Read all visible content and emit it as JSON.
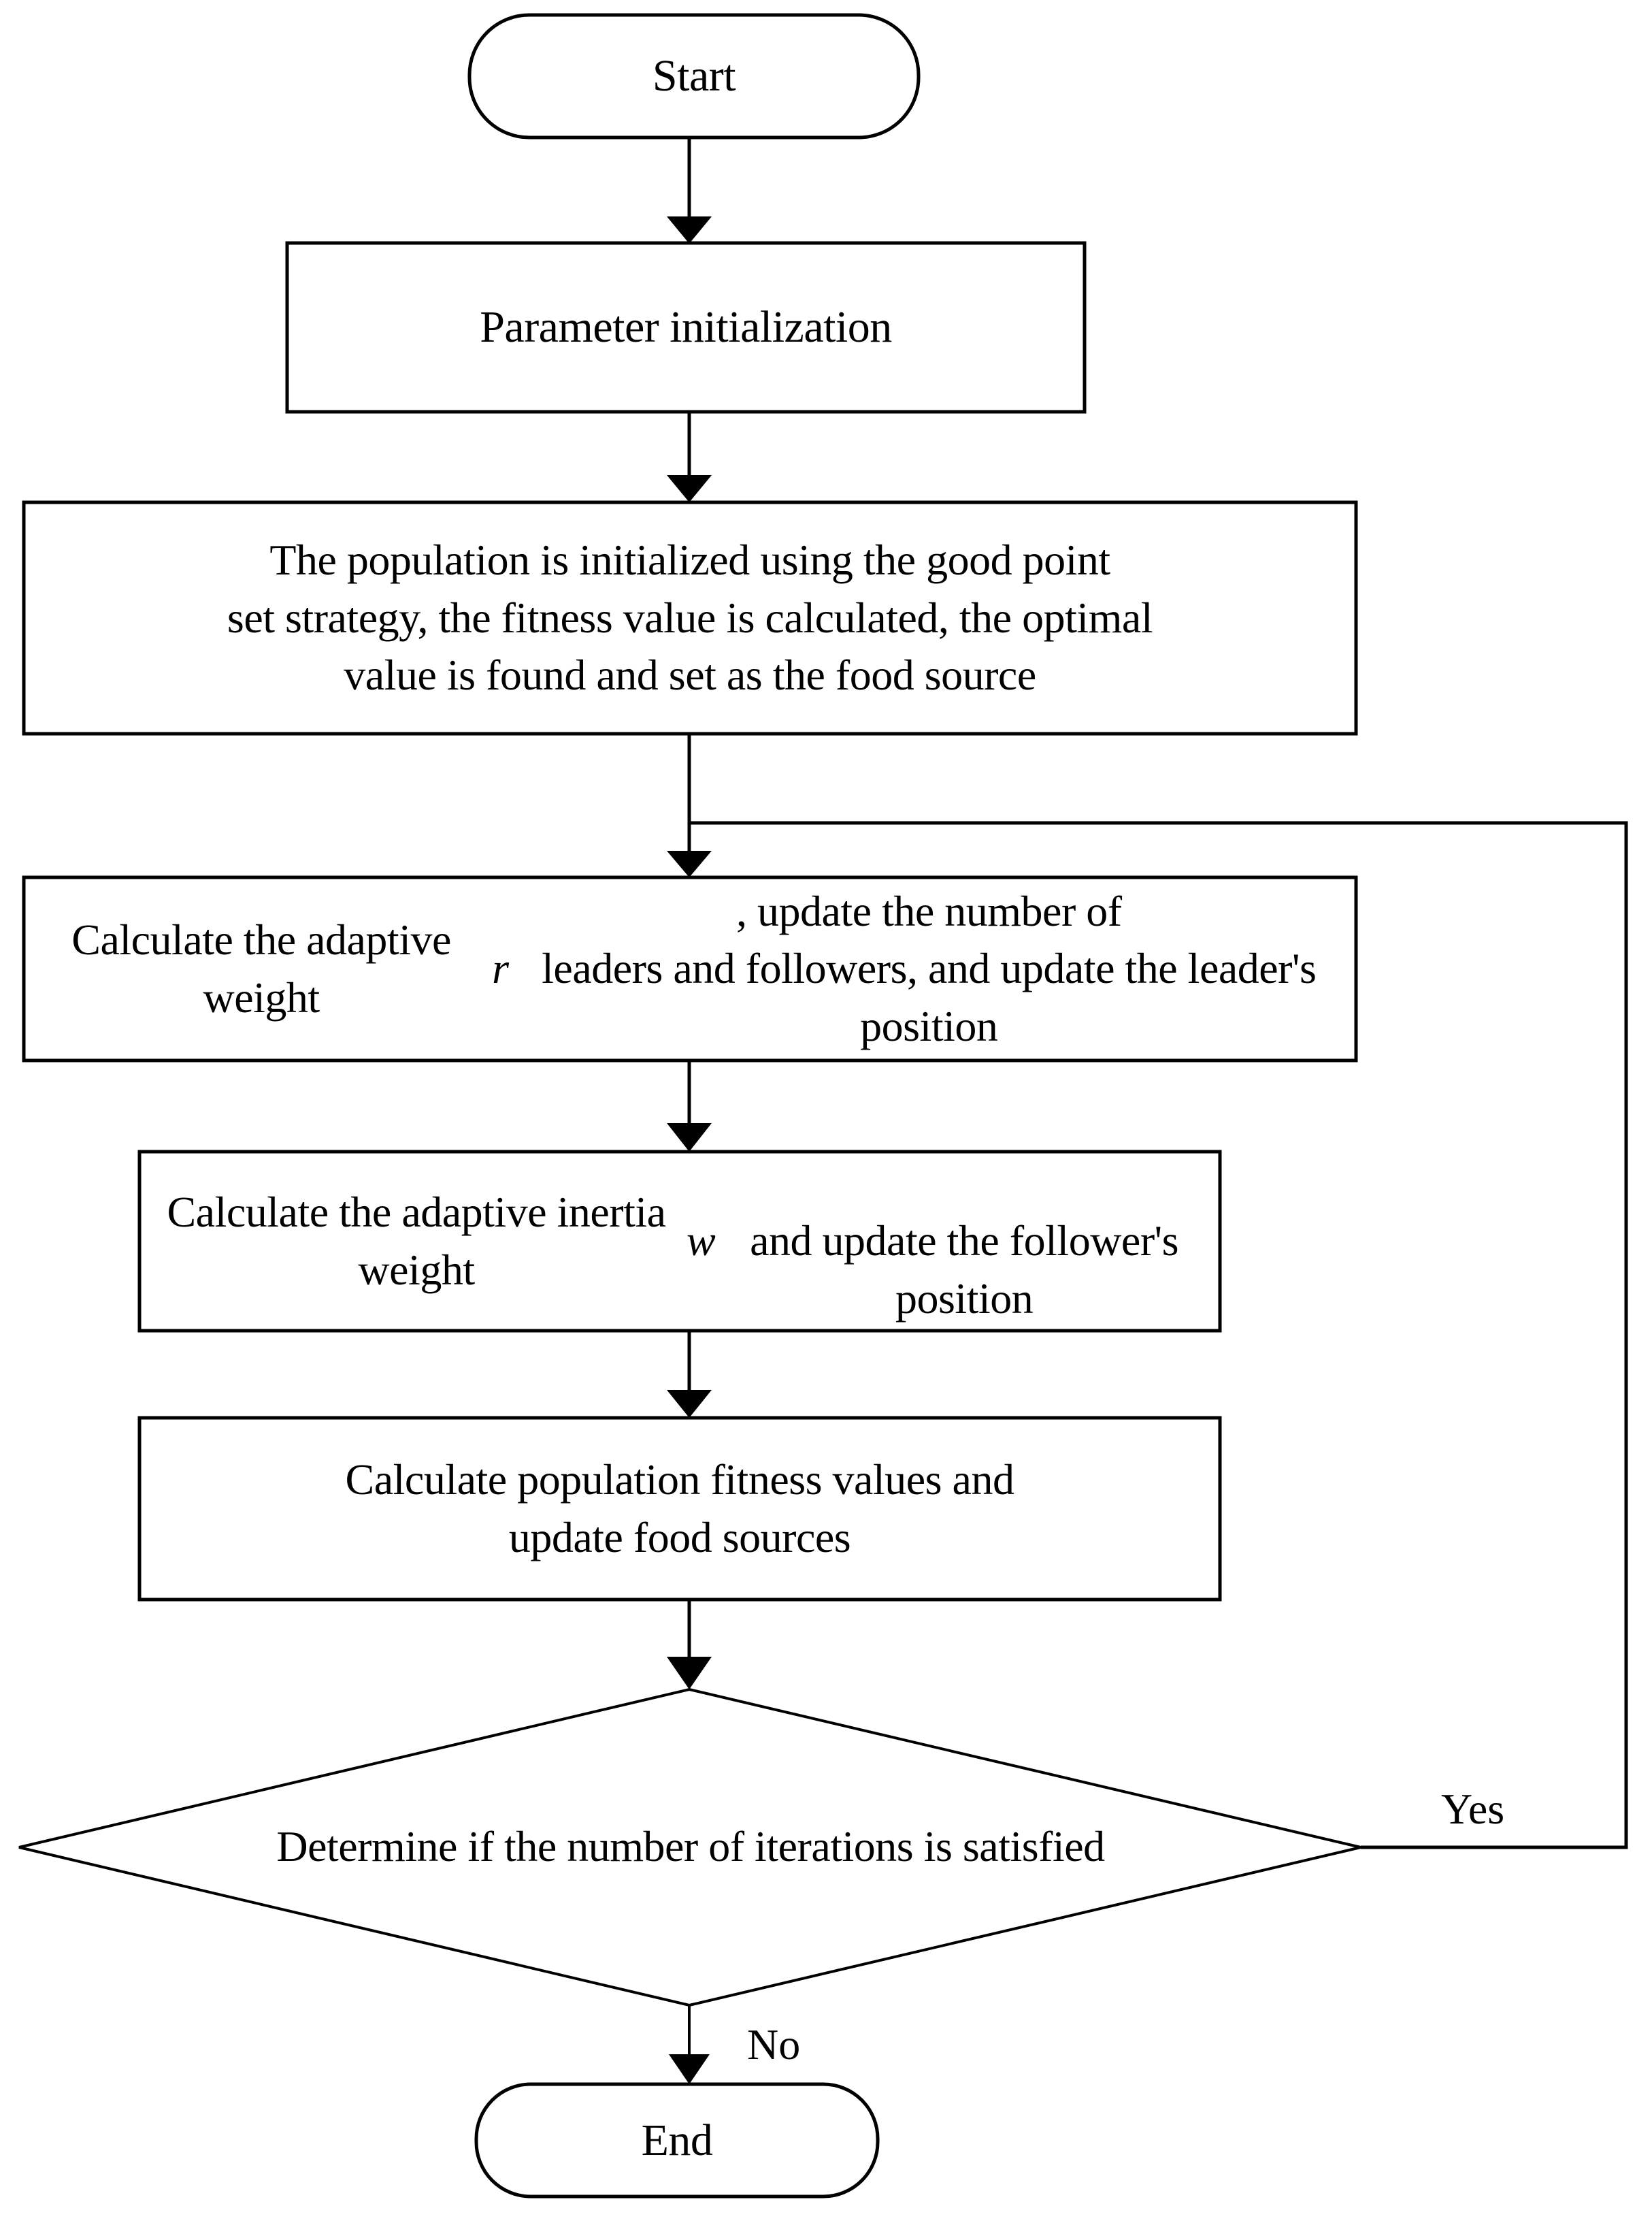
{
  "diagram": {
    "type": "flowchart",
    "title": "Algorithm flowchart",
    "orientation": "top-to-bottom",
    "background_color": "#ffffff",
    "line_color": "#000000",
    "text_color": "#000000"
  },
  "nodes": {
    "start": {
      "label": "Start",
      "shape": "stadium"
    },
    "param_init": {
      "label": "Parameter initialization",
      "shape": "rectangle"
    },
    "population_init": {
      "label": "The population is initialized using the good point\nset strategy, the fitness value is calculated, the optimal\nvalue is found and set as the food source",
      "shape": "rectangle"
    },
    "adaptive_weight": {
      "label_part1": "Calculate the adaptive weight ",
      "label_italic": "r",
      "label_part2": ", update the number of\nleaders and followers, and update the leader's position",
      "shape": "rectangle"
    },
    "inertia_weight": {
      "label_part1": "Calculate the adaptive inertia weight ",
      "label_italic": "w",
      "label_part2": "\nand update the follower's position",
      "shape": "rectangle"
    },
    "fitness_update": {
      "label": "Calculate population fitness values and\nupdate food sources",
      "shape": "rectangle"
    },
    "decision": {
      "label": "Determine if the number of iterations is satisfied",
      "shape": "diamond"
    },
    "end": {
      "label": "End",
      "shape": "stadium"
    }
  },
  "edges": [
    {
      "from": "start",
      "to": "param_init",
      "label": ""
    },
    {
      "from": "param_init",
      "to": "population_init",
      "label": ""
    },
    {
      "from": "population_init",
      "to": "adaptive_weight",
      "label": ""
    },
    {
      "from": "adaptive_weight",
      "to": "inertia_weight",
      "label": ""
    },
    {
      "from": "inertia_weight",
      "to": "fitness_update",
      "label": ""
    },
    {
      "from": "fitness_update",
      "to": "decision",
      "label": ""
    },
    {
      "from": "decision",
      "to": "adaptive_weight",
      "label": "Yes"
    },
    {
      "from": "decision",
      "to": "end",
      "label": "No"
    }
  ],
  "edge_labels": {
    "yes": "Yes",
    "no": "No"
  }
}
